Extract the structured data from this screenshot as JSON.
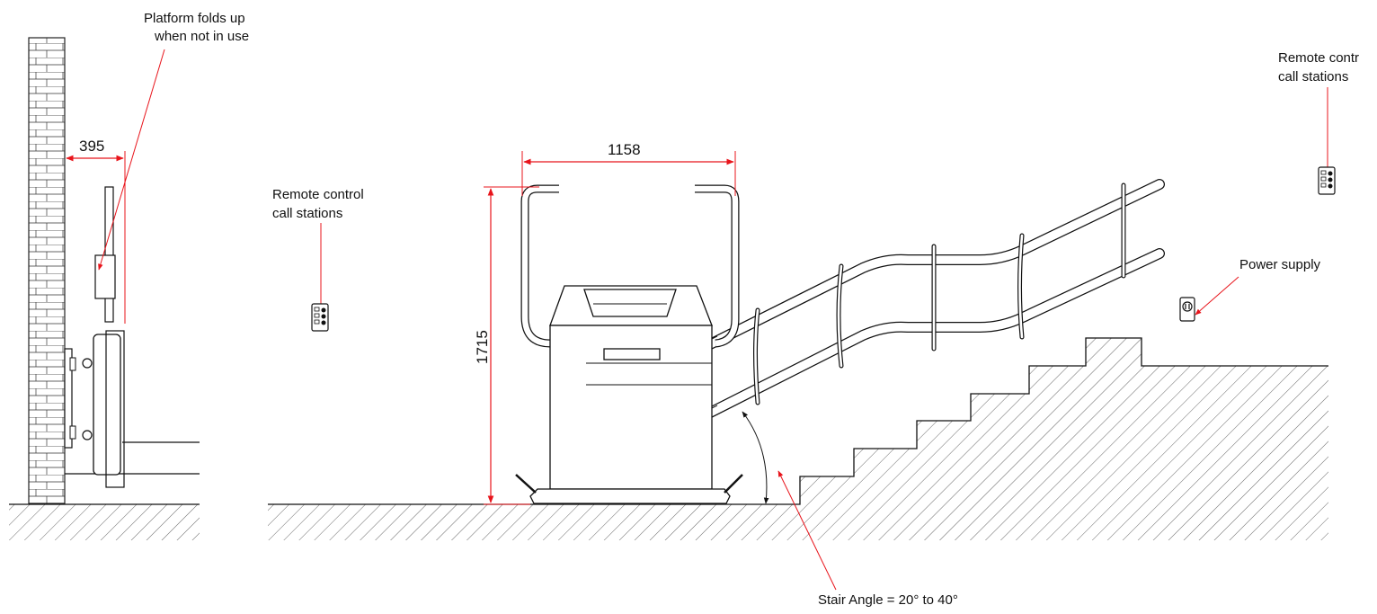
{
  "labels": {
    "platform_folds_line1": "Platform folds up",
    "platform_folds_line2": "when not in use",
    "remote_left_line1": "Remote control",
    "remote_left_line2": "call stations",
    "remote_right_line1": "Remote contr",
    "remote_right_line2": "call stations",
    "power_supply": "Power supply",
    "stair_angle": "Stair Angle = 20° to 40°"
  },
  "dimensions": {
    "fold_depth": "395",
    "width": "1158",
    "height": "1715"
  },
  "colors": {
    "line": "#111111",
    "annotation": "#e8141b",
    "hatch": "#555555"
  },
  "icons": {
    "call_station": "remote-call-station-icon",
    "power_outlet": "power-outlet-icon"
  }
}
